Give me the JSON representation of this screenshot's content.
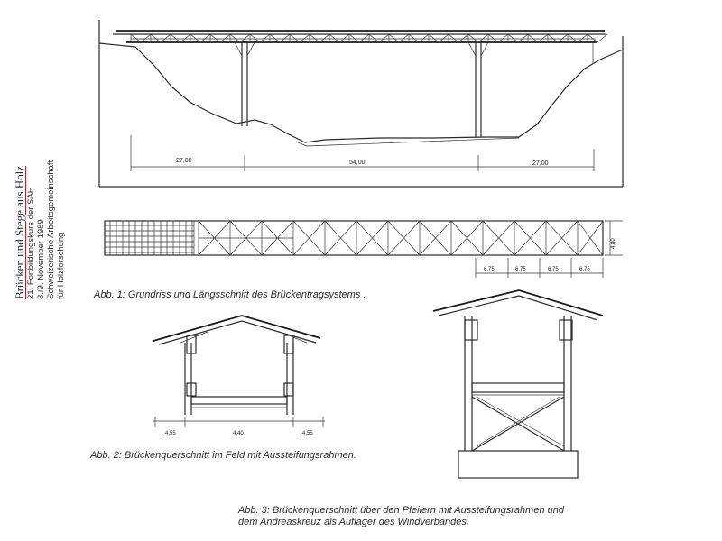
{
  "side_header": {
    "series_title": "Brücken und Stege aus Holz",
    "course": "21. Fortbildungskurs der SAH",
    "date": "8./9.  November 1989",
    "organization": "Schweizerische Arbeitsgemeinschaft",
    "organization_line2": "für  Holzforschung"
  },
  "figure1": {
    "caption": "Abb. 1:  Grundriss und Längsschnitt des Brückentragsystems .",
    "spans": [
      "27,00",
      "54,00",
      "27,00"
    ],
    "plan_bays": [
      "6,75",
      "6,75",
      "6,75",
      "6,75"
    ],
    "plan_width": "4,80"
  },
  "figure2": {
    "caption": "Abb. 2:  Brückenquerschnitt im Feld mit Aussteifungsrahmen.",
    "dims": [
      "4,55",
      "4,40",
      "4,55"
    ]
  },
  "figure3": {
    "caption_line1": "Abb. 3:  Brückenquerschnitt über den Pfeilern mit Aussteifungsrahmen und",
    "caption_line2": "dem Andreaskreuz als Auflager des Windverbandes."
  }
}
